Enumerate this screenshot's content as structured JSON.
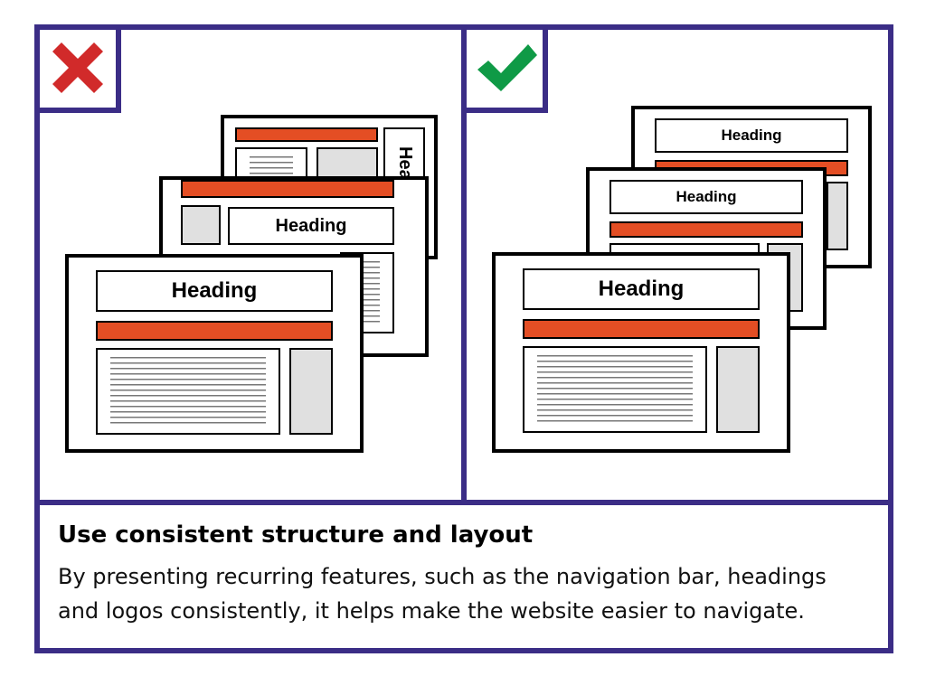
{
  "bad_example": {
    "icon": "red-cross-icon",
    "cards": [
      {
        "heading": "Heading"
      },
      {
        "heading": "Heading"
      },
      {
        "heading": "Heading"
      }
    ]
  },
  "good_example": {
    "icon": "green-check-icon",
    "cards": [
      {
        "heading": "Heading"
      },
      {
        "heading": "Heading"
      },
      {
        "heading": "Heading"
      }
    ]
  },
  "colors": {
    "frame": "#3b2d86",
    "navbar": "#e44e24",
    "cross": "#d12a2a",
    "check": "#0f9a46",
    "sidebar": "#e0e0e0"
  },
  "caption": {
    "title": "Use consistent structure and layout",
    "body": "By presenting recurring features, such as the navigation bar, headings and logos consistently, it helps make the website easier to navigate."
  }
}
